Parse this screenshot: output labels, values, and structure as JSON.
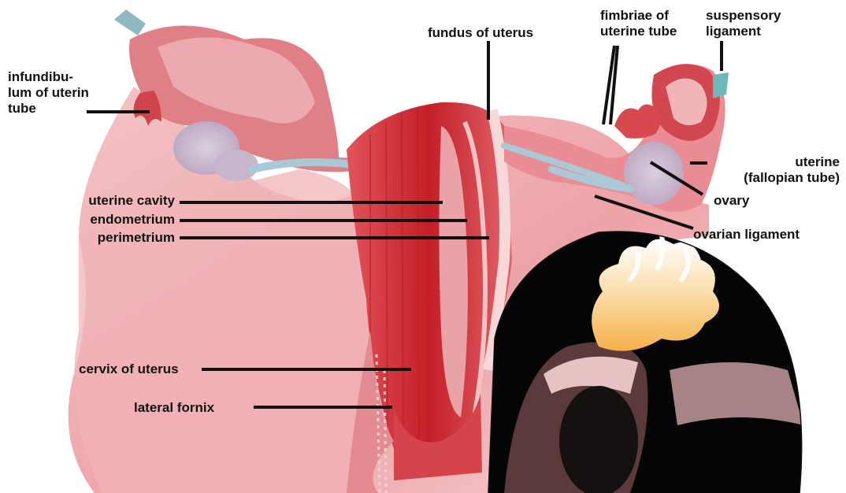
{
  "colors": {
    "tissue_light": "#f2b9bd",
    "tissue_mid": "#e88a92",
    "tissue_dark": "#d23f45",
    "muscle": "#c9232b",
    "tube_blue": "#a9c9d6",
    "ligament_teal": "#6fb8b9",
    "inset_bg": "#050505",
    "fimbria_orange": "#f0a43a",
    "leader_line": "#111111"
  },
  "labels": {
    "infundibulum": "infundibu-\nlum of uterin\ntube",
    "fundus": "fundus of uterus",
    "fimbriae": "fimbriae of\nuterine tube",
    "suspensory": "suspensory\nligament",
    "uterine_tube": "uterine\n(fallopian tube)",
    "ovary": "ovary",
    "ovarian_ligament": "ovarian ligament",
    "uterine_cavity": "uterine cavity",
    "endometrium": "endometrium",
    "perimetrium": "perimetrium",
    "cervix": "cervix of uterus",
    "lateral_fornix": "lateral fornix"
  },
  "illustration": {
    "subject": "female-reproductive-organs",
    "inset": "fimbriae-photo"
  }
}
